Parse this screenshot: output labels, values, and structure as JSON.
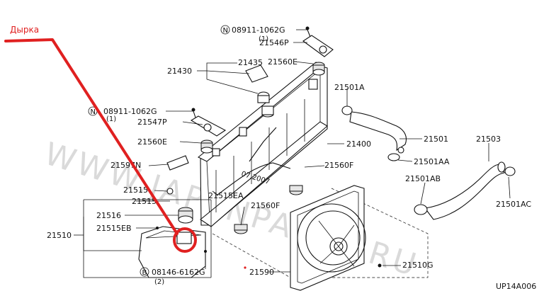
{
  "annotation": {
    "label": "Дырка",
    "color": "#e02020"
  },
  "watermark": "WWW.JAPANPARTS.RU",
  "stamp": "07.2007",
  "diagram_code": "UP14A006",
  "labels": {
    "p08911_top": "08911-1062G",
    "p08911_top_qty": "(1)",
    "p21546P": "21546P",
    "p21435": "21435",
    "p21430": "21430",
    "p21560E_top": "21560E",
    "p21501A": "21501A",
    "p08911_mid": "08911-1062G",
    "p08911_mid_qty": "(1)",
    "p21547P": "21547P",
    "p21501": "21501",
    "p21503": "21503",
    "p21560E_mid": "21560E",
    "p21400": "21400",
    "p21501AA": "21501AA",
    "p21597N": "21597N",
    "p21560F_top": "21560F",
    "p21501AB": "21501AB",
    "p21515": "21515",
    "p21515EA": "21515EA",
    "p2151x": "21515",
    "p21560F_bot": "21560F",
    "p21501AC": "21501AC",
    "p21516": "21516",
    "p21515EB": "21515EB",
    "p21510": "21510",
    "p21510G": "21510G",
    "p08146": "08146-6162G",
    "p08146_qty": "(2)",
    "p21590": "21590",
    "circ_N": "N",
    "circ_B": "B"
  }
}
